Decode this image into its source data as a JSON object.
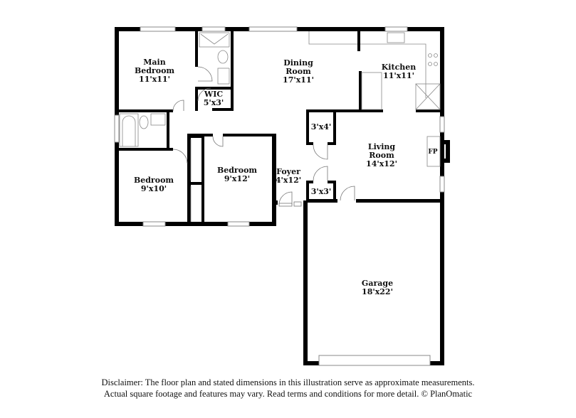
{
  "floorplan": {
    "rooms": [
      {
        "id": "main-bedroom",
        "name": "Main Bedroom",
        "line1": "Main",
        "line2": "Bedroom",
        "dimensions": "11'x11'"
      },
      {
        "id": "wic",
        "name": "WIC",
        "line1": "WIC",
        "dimensions": "5'x3'"
      },
      {
        "id": "dining-room",
        "name": "Dining Room",
        "line1": "Dining",
        "line2": "Room",
        "dimensions": "17'x11'"
      },
      {
        "id": "kitchen",
        "name": "Kitchen",
        "line1": "Kitchen",
        "dimensions": "11'x11'"
      },
      {
        "id": "closet-3x4",
        "dimensions": "3'x4'"
      },
      {
        "id": "living-room",
        "name": "Living Room",
        "line1": "Living",
        "line2": "Room",
        "dimensions": "14'x12'"
      },
      {
        "id": "fireplace",
        "name": "FP",
        "line1": "FP"
      },
      {
        "id": "bedroom-1",
        "name": "Bedroom",
        "line1": "Bedroom",
        "dimensions": "9'x10'"
      },
      {
        "id": "bedroom-2",
        "name": "Bedroom",
        "line1": "Bedroom",
        "dimensions": "9'x12'"
      },
      {
        "id": "foyer",
        "name": "Foyer",
        "line1": "Foyer",
        "dimensions": "4'x12'"
      },
      {
        "id": "closet-3x3",
        "dimensions": "3'x3'"
      },
      {
        "id": "garage",
        "name": "Garage",
        "line1": "Garage",
        "dimensions": "18'x22'"
      }
    ]
  },
  "disclaimer": {
    "line1": "Disclaimer: The floor plan and stated dimensions in this illustration serve as approximate measurements.",
    "line2": "Actual square footage and features may vary. Read terms and conditions for more detail. © PlanOmatic"
  }
}
